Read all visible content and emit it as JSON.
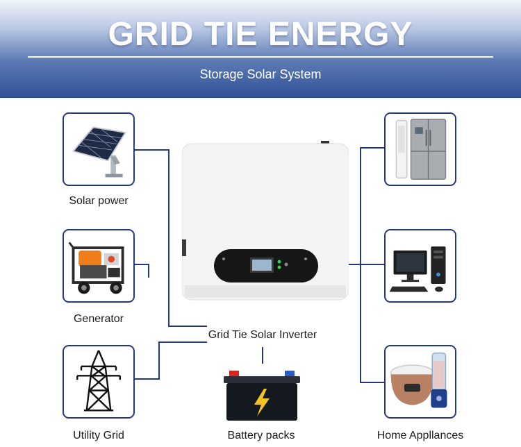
{
  "header": {
    "title": "GRID TIE ENERGY",
    "subtitle": "Storage Solar System"
  },
  "sources": [
    {
      "label": "Solar power",
      "icon": "solar-panel-icon"
    },
    {
      "label": "Generator",
      "icon": "generator-icon"
    },
    {
      "label": "Utility Grid",
      "icon": "transmission-tower-icon"
    }
  ],
  "center": {
    "inverter_label": "Grid Tie Solar Inverter",
    "battery_label": "Battery packs"
  },
  "appliances": {
    "label": "Home Appllances",
    "icons": [
      "air-conditioner-refrigerator-icon",
      "computer-icon",
      "rice-cooker-blender-icon"
    ]
  },
  "colors": {
    "frame": "#24387a",
    "header_dark": "#2f5198",
    "battery_bolt": "#f3c323"
  }
}
